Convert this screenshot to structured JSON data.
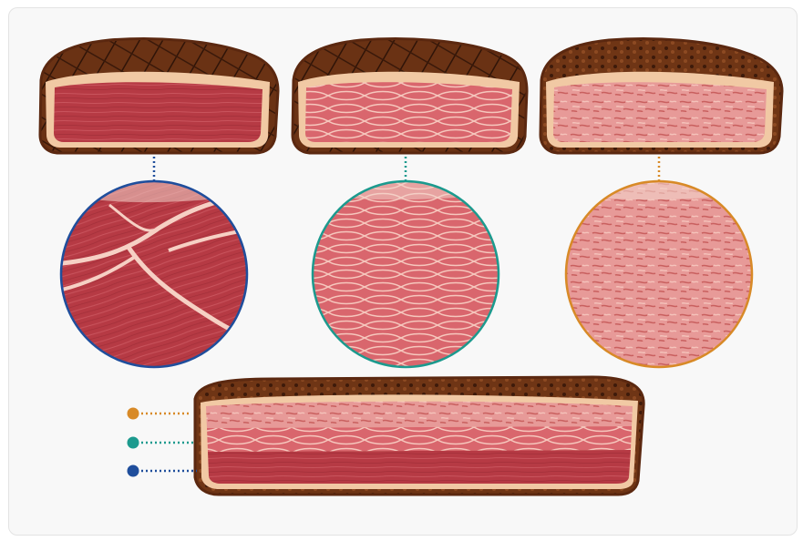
{
  "diagram": {
    "caption": "",
    "colors": {
      "crust": "#5a2a12",
      "crust_light": "#8a4a22",
      "fat_rim": "#f1c9a4",
      "outline": "#6b2f12",
      "rare_meat": "#b63a44",
      "medium_meat": "#d96a70",
      "welldone_meat": "#e2898a",
      "marker_rare": "#1f4e9c",
      "marker_medium": "#1c9a8e",
      "marker_well": "#d88a27"
    },
    "doneness_levels": [
      {
        "id": "rare",
        "marker_color": "#1f4e9c",
        "icon": "steak-cross-section-rare"
      },
      {
        "id": "medium",
        "marker_color": "#1c9a8e",
        "icon": "steak-cross-section-medium"
      },
      {
        "id": "well-done",
        "marker_color": "#d88a27",
        "icon": "steak-cross-section-well-done"
      }
    ],
    "combined_steak_layers": [
      "well-done",
      "medium",
      "rare"
    ]
  }
}
